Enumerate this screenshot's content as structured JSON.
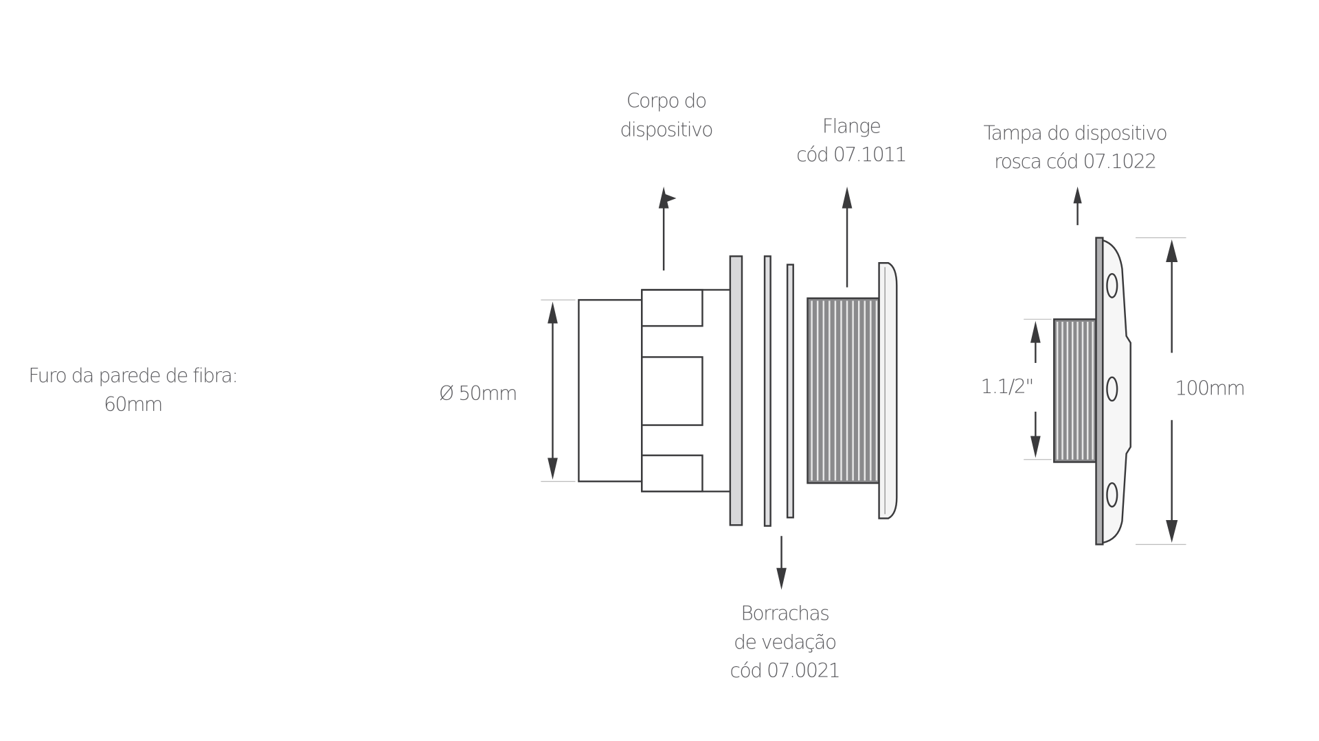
{
  "labels": {
    "wall_hole_line1": "Furo da parede de fibra:",
    "wall_hole_line2": "60mm",
    "body_line1": "Corpo do",
    "body_line2": "dispositivo",
    "flange_line1": "Flange",
    "flange_line2": "cód 07.1011",
    "cover_line1": "Tampa do dispositivo",
    "cover_line2": "rosca cód 07.1022",
    "gaskets_line1": "Borrachas",
    "gaskets_line2": "de vedação",
    "gaskets_line3": "cód 07.0021",
    "diameter": "Ø 50mm",
    "thread_size": "1.1/2\"",
    "height": "100mm"
  },
  "colors": {
    "line": "#3a3a3c",
    "text": "#5a5a5e"
  }
}
